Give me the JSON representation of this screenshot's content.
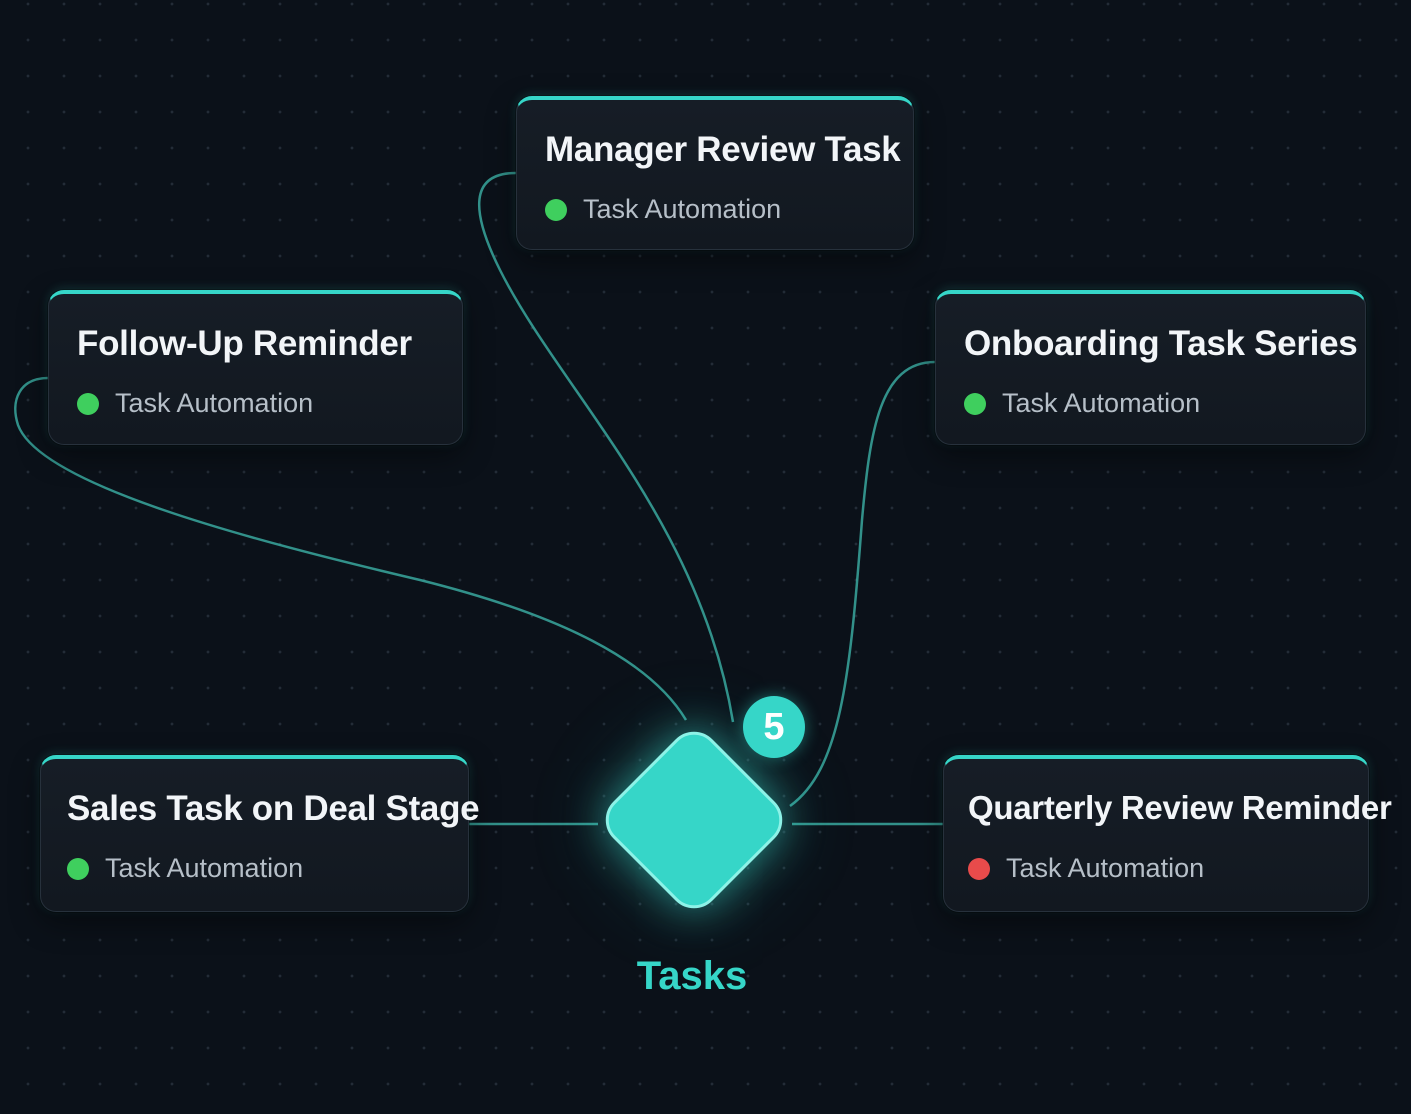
{
  "hub": {
    "label": "Tasks",
    "count": "5",
    "color": "#36d6c8"
  },
  "nodes": [
    {
      "id": "manager-review",
      "title": "Manager Review Task",
      "type": "Task Automation",
      "status_color": "#3fcf5e"
    },
    {
      "id": "follow-up",
      "title": "Follow-Up Reminder",
      "type": "Task Automation",
      "status_color": "#3fcf5e"
    },
    {
      "id": "onboarding",
      "title": "Onboarding Task Series",
      "type": "Task Automation",
      "status_color": "#3fcf5e"
    },
    {
      "id": "sales-task",
      "title": "Sales Task on Deal Stage",
      "type": "Task Automation",
      "status_color": "#3fcf5e"
    },
    {
      "id": "quarterly-review",
      "title": "Quarterly Review Reminder",
      "type": "Task Automation",
      "status_color": "#e84b4b"
    }
  ],
  "colors": {
    "background": "#0b1119",
    "card": "#141a22",
    "accent": "#36d6c8",
    "edge": "#3aa89f"
  }
}
